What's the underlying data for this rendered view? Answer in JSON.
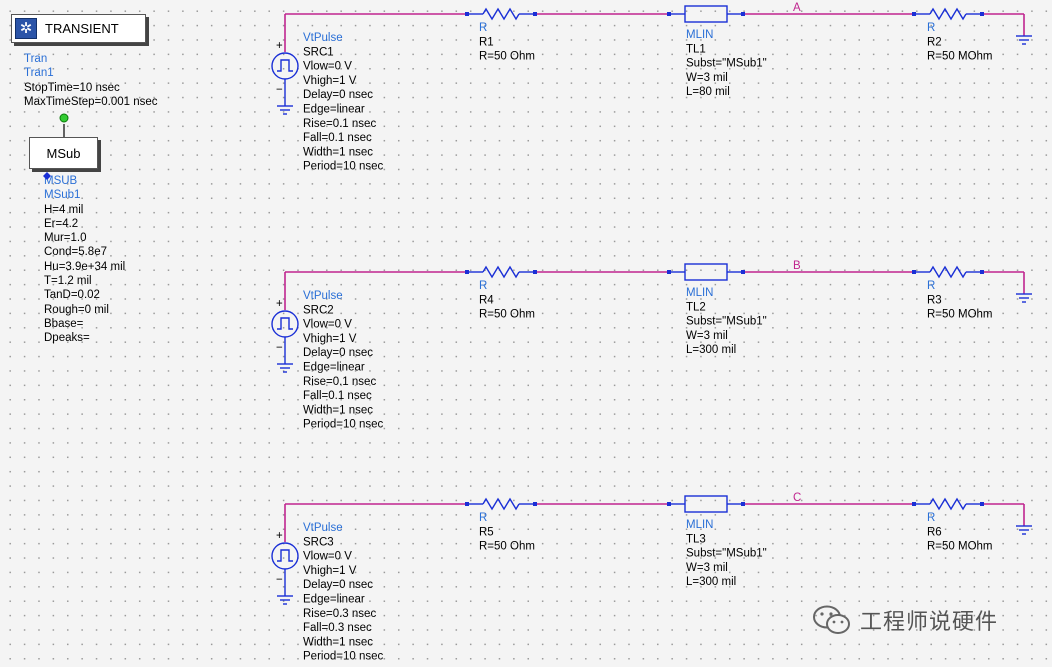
{
  "tran_controller": {
    "title": "TRANSIENT",
    "icon": "clock-gear-icon",
    "params": [
      "Tran",
      "Tran1",
      "StopTime=10 nsec",
      "MaxTimeStep=0.001 nsec"
    ]
  },
  "msub_controller": {
    "title": "MSub",
    "params": [
      "MSUB",
      "MSub1",
      "H=4 mil",
      "Er=4.2",
      "Mur=1.0",
      "Cond=5.8e7",
      "Hu=3.9e+34 mil",
      "T=1.2 mil",
      "TanD=0.02",
      "Rough=0 mil",
      "Bbase=",
      "Dpeaks="
    ]
  },
  "circuits": [
    {
      "net_label": "A",
      "source": [
        "VtPulse",
        "SRC1",
        "Vlow=0 V",
        "Vhigh=1 V",
        "Delay=0 nsec",
        "Edge=linear",
        "Rise=0.1 nsec",
        "Fall=0.1 nsec",
        "Width=1 nsec",
        "Period=10 nsec"
      ],
      "r_series": [
        "R",
        "R1",
        "R=50 Ohm"
      ],
      "tline": [
        "MLIN",
        "TL1",
        "Subst=\"MSub1\"",
        "W=3 mil",
        "L=80 mil"
      ],
      "r_load": [
        "R",
        "R2",
        "R=50 MOhm"
      ]
    },
    {
      "net_label": "B",
      "source": [
        "VtPulse",
        "SRC2",
        "Vlow=0 V",
        "Vhigh=1 V",
        "Delay=0 nsec",
        "Edge=linear",
        "Rise=0.1 nsec",
        "Fall=0.1 nsec",
        "Width=1 nsec",
        "Period=10 nsec"
      ],
      "r_series": [
        "R",
        "R4",
        "R=50 Ohm"
      ],
      "tline": [
        "MLIN",
        "TL2",
        "Subst=\"MSub1\"",
        "W=3 mil",
        "L=300 mil"
      ],
      "r_load": [
        "R",
        "R3",
        "R=50 MOhm"
      ]
    },
    {
      "net_label": "C",
      "source": [
        "VtPulse",
        "SRC3",
        "Vlow=0 V",
        "Vhigh=1 V",
        "Delay=0 nsec",
        "Edge=linear",
        "Rise=0.3 nsec",
        "Fall=0.3 nsec",
        "Width=1 nsec",
        "Period=10 nsec"
      ],
      "r_series": [
        "R",
        "R5",
        "R=50 Ohm"
      ],
      "tline": [
        "MLIN",
        "TL3",
        "Subst=\"MSub1\"",
        "W=3 mil",
        "L=300 mil"
      ],
      "r_load": [
        "R",
        "R6",
        "R=50 MOhm"
      ]
    }
  ],
  "watermark": {
    "text": "工程师说硬件",
    "icon": "wechat-icon"
  },
  "colors": {
    "wire": "#c0258f",
    "component": "#1a2fd6",
    "label_blue": "#2a6fd6"
  }
}
